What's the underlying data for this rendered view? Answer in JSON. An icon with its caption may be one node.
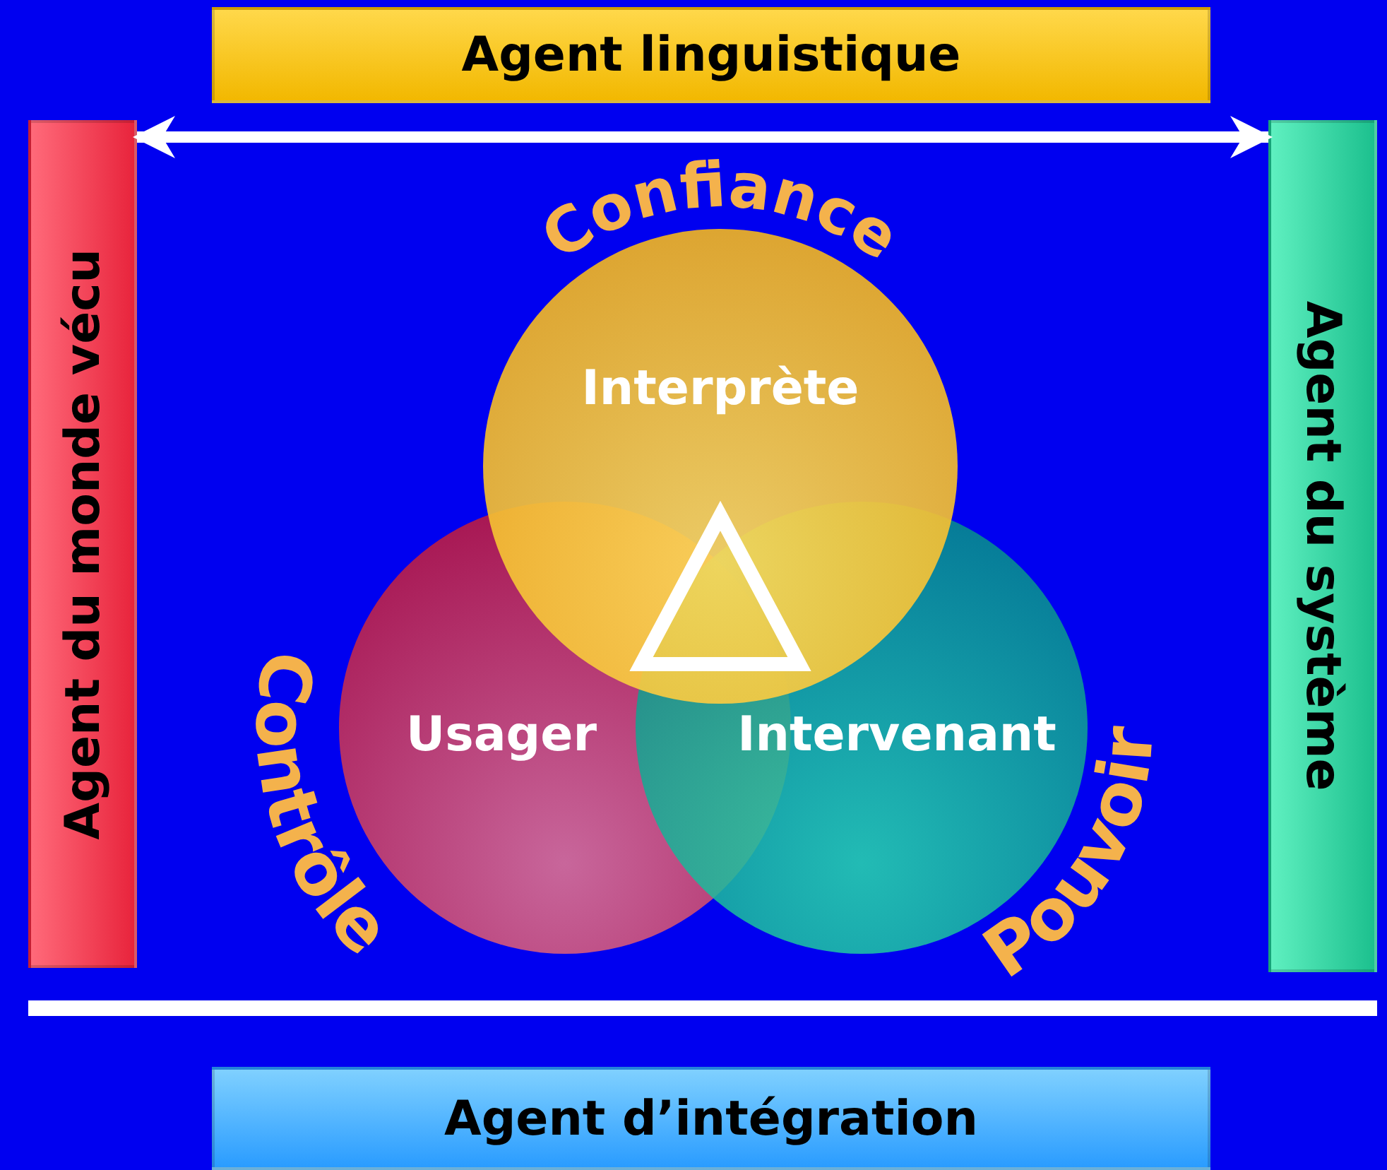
{
  "diagram": {
    "nodes": [
      {
        "text": [
          "Agent linguistique"
        ]
      },
      {
        "text": [
          "Agent du monde vécu"
        ]
      },
      {
        "text": [
          "Agent du système"
        ]
      },
      {
        "text": [
          "Interprète"
        ]
      },
      {
        "text": [
          "Usager"
        ]
      },
      {
        "text": [
          "Intervenant"
        ]
      },
      {
        "text": [
          "Agent d’intégration"
        ]
      }
    ],
    "edges": [
      {
        "from": 1,
        "to": 2,
        "arrow": "both"
      }
    ],
    "labels": [
      "Confiance",
      "Contrôle",
      "Pouvoir"
    ]
  }
}
